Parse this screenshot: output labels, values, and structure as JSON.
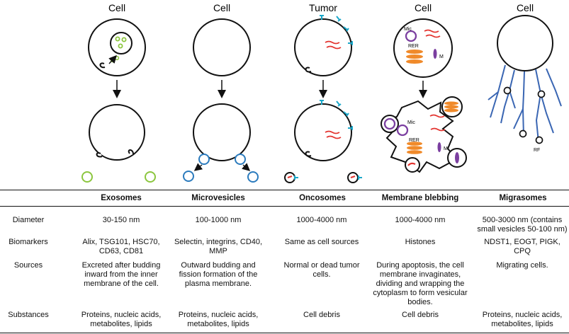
{
  "diagram": {
    "panel_titles": [
      "Cell",
      "Cell",
      "Tumor",
      "Cell",
      "Cell"
    ],
    "labels": {
      "mic_top": "Mic",
      "rer_top": "RER",
      "m_top": "M",
      "mic_bottom": "Mic",
      "rer_bottom": "RER",
      "m_bottom": "M",
      "rf": "RF"
    },
    "colors": {
      "exosome_green": "#8cc63f",
      "microvesicle_blue": "#2b7bbd",
      "oncosome_cyan": "#1aa7c9",
      "dna_red": "#e3342f",
      "rer_orange": "#f08a2a",
      "mic_purple": "#7b3fa0",
      "retraction_fiber_blue": "#3a66b3"
    }
  },
  "table": {
    "columns": [
      "Exosomes",
      "Microvesicles",
      "Oncosomes",
      "Membrane blebbing",
      "Migrasomes"
    ],
    "rows": [
      {
        "label": "Diameter",
        "values": [
          "30-150 nm",
          "100-1000 nm",
          "1000-4000 nm",
          "1000-4000 nm",
          "500-3000 nm (contains small vesicles 50-100 nm)"
        ]
      },
      {
        "label": "Biomarkers",
        "values": [
          "Alix, TSG101, HSC70, CD63, CD81",
          "Selectin, integrins, CD40, MMP",
          "Same as cell sources",
          "Histones",
          "NDST1, EOGT, PIGK, CPQ"
        ]
      },
      {
        "label": "Sources",
        "values": [
          "Excreted after budding inward from the inner membrane of the cell.",
          "Outward budding and fission formation of the plasma membrane.",
          "Normal or dead tumor cells.",
          "During apoptosis, the cell membrane invaginates, dividing and wrapping the cytoplasm to form vesicular bodies.",
          "Migrating cells."
        ]
      },
      {
        "label": "Substances",
        "values": [
          "Proteins, nucleic acids, metabolites, lipids",
          "Proteins, nucleic acids, metabolites, lipids",
          "Cell debris",
          "Cell debris",
          "Proteins, nucleic acids, metabolites, lipids"
        ]
      }
    ]
  }
}
